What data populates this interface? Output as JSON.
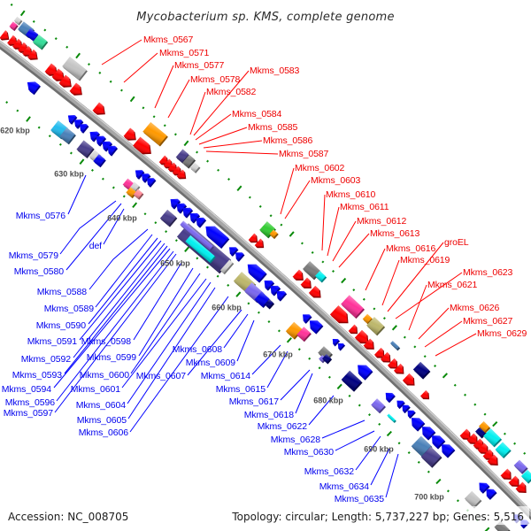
{
  "title": "Mycobacterium sp. KMS, complete genome",
  "footer": {
    "accession": "Accession: NC_008705",
    "summary": "Topology: circular; Length: 5,737,227 bp; Genes: 5,516"
  },
  "scale_labels": [
    "620 kbp",
    "630 kbp",
    "640 kbp",
    "650 kbp",
    "660 kbp",
    "670 kbp",
    "680 kbp",
    "690 kbp",
    "700 kbp"
  ],
  "ticks": {
    "major_kbp": 10,
    "minor_kbp": 2,
    "from_kbp": 604,
    "to_kbp": 714
  },
  "forward_labels": [
    "Mkms_0567",
    "Mkms_0571",
    "Mkms_0577",
    "Mkms_0578",
    "Mkms_0582",
    "Mkms_0583",
    "Mkms_0584",
    "Mkms_0585",
    "Mkms_0586",
    "Mkms_0587",
    "Mkms_0602",
    "Mkms_0603",
    "Mkms_0610",
    "Mkms_0611",
    "Mkms_0612",
    "Mkms_0613",
    "Mkms_0616",
    "groEL",
    "Mkms_0619",
    "Mkms_0621",
    "Mkms_0623",
    "Mkms_0626",
    "Mkms_0627",
    "Mkms_0629"
  ],
  "reverse_labels": [
    "Mkms_0576",
    "Mkms_0579",
    "def",
    "Mkms_0580",
    "Mkms_0588",
    "Mkms_0589",
    "Mkms_0590",
    "Mkms_0591",
    "Mkms_0592",
    "Mkms_0593",
    "Mkms_0594",
    "Mkms_0596",
    "Mkms_0597",
    "Mkms_0598",
    "Mkms_0599",
    "Mkms_0600",
    "Mkms_0601",
    "Mkms_0604",
    "Mkms_0605",
    "Mkms_0606",
    "Mkms_0607",
    "Mkms_0608",
    "Mkms_0609",
    "Mkms_0614",
    "Mkms_0615",
    "Mkms_0617",
    "Mkms_0618",
    "Mkms_0622",
    "Mkms_0628",
    "Mkms_0630",
    "Mkms_0632",
    "Mkms_0634",
    "Mkms_0635"
  ],
  "palette": {
    "forward_cds": "#ff0000",
    "reverse_cds": "#0000ff",
    "forward_label": "#ee0000",
    "reverse_label": "#0000ee",
    "tick": "#0a8a0a",
    "light_gray": "#d6d6d6",
    "gray": "#c4c4c4",
    "dark_gray": "#7a7a7a",
    "orange": "#ff9900",
    "pink": "#ff3399",
    "salmon": "#ff8c99",
    "mint": "#33dd99",
    "green": "#33cc33",
    "cyan": "#00f0f0",
    "sky": "#22bbee",
    "steel_blue": "#4a80b8",
    "slate": "#483d8b",
    "medium_slate": "#7b68ee",
    "khaki": "#bdb76b",
    "navy": "#000080",
    "blue": "#0000ee"
  }
}
